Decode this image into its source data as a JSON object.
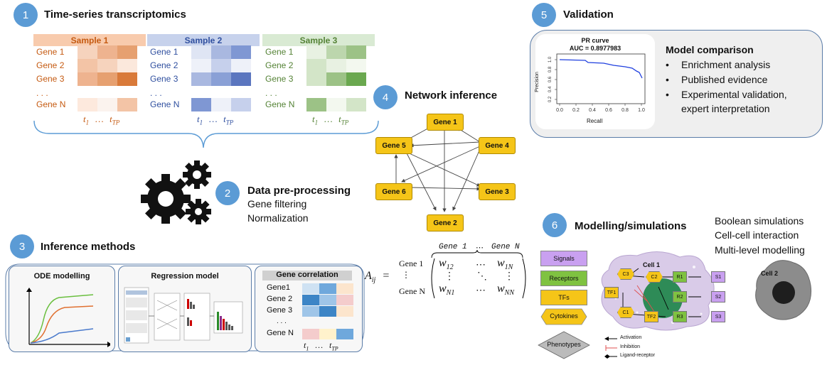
{
  "steps": {
    "s1": {
      "num": "1",
      "title": "Time-series transcriptomics"
    },
    "s2": {
      "num": "2",
      "title": "Data pre-processing",
      "lines": [
        "Gene filtering",
        "Normalization"
      ]
    },
    "s3": {
      "num": "3",
      "title": "Inference methods"
    },
    "s4": {
      "num": "4",
      "title": "Network inference"
    },
    "s5": {
      "num": "5",
      "title": "Validation"
    },
    "s6": {
      "num": "6",
      "title": "Modelling/simulations",
      "lines": [
        "Boolean simulations",
        "Cell-cell interaction",
        "Multi-level modelling"
      ]
    }
  },
  "samples": [
    {
      "title": "Sample 1",
      "text_color": "#c55a11",
      "header_bg": "#f8cbad"
    },
    {
      "title": "Sample 2",
      "text_color": "#2f4f9f",
      "header_bg": "#c7d2ec"
    },
    {
      "title": "Sample 3",
      "text_color": "#548235",
      "header_bg": "#d9ead3"
    }
  ],
  "gene_labels": [
    "Gene 1",
    "Gene 2",
    "Gene 3",
    "Gene N"
  ],
  "ellipsis": ". . .",
  "time_labels": {
    "t1": "t",
    "sub1": "1",
    "dots": "…",
    "tTP": "t",
    "subTP": "TP"
  },
  "inference": {
    "ode": "ODE modelling",
    "regression": "Regression model",
    "correlation": {
      "title": "Gene correlation",
      "genes": [
        "Gene1",
        "Gene 2",
        "Gene 3",
        "Gene N"
      ]
    }
  },
  "network": {
    "nodes": [
      "Gene 1",
      "Gene 4",
      "Gene 3",
      "Gene 2",
      "Gene 6",
      "Gene 5"
    ]
  },
  "matrix": {
    "lhs": "A",
    "lhs_sub": "ij",
    "eq": "=",
    "col_left": "Gene 1",
    "col_dots": "⋯",
    "col_right": "Gene N",
    "row_top": "Gene 1",
    "row_mid": "⋮",
    "row_bottom": "Gene N",
    "w12": "w",
    "w12_sub": "12",
    "w1N": "w",
    "w1N_sub": "1N",
    "wN1": "w",
    "wN1_sub": "N1",
    "wNN": "w",
    "wNN_sub": "NN",
    "hdots": "⋯",
    "vdots": "⋮",
    "ddots": "⋱"
  },
  "validation": {
    "pr_title": "PR curve",
    "auc": "AUC = 0.8977983",
    "xlabel": "Recall",
    "ylabel": "Precision",
    "xticks": [
      "0.0",
      "0.2",
      "0.4",
      "0.6",
      "0.8",
      "1.0"
    ],
    "yticks": [
      "0.2",
      "0.4",
      "0.6",
      "0.8",
      "1.0"
    ],
    "model_title": "Model comparison",
    "bullets": [
      "Enrichment analysis",
      "Published evidence",
      "Experimental validation,"
    ],
    "bullet_cont": "expert interpretation"
  },
  "modelling": {
    "legend": [
      {
        "label": "Signals",
        "color": "#c9a0f0"
      },
      {
        "label": "Receptors",
        "color": "#7fc241"
      },
      {
        "label": "TFs",
        "color": "#f5c518"
      },
      {
        "label": "Cytokines",
        "color": "#f5c518"
      },
      {
        "label": "Phenotypes",
        "color": "#bbbbbb"
      }
    ],
    "cell1": "Cell 1",
    "cell2": "Cell 2",
    "nodes": {
      "c3": "C3",
      "c2": "C2",
      "r1": "R1",
      "s1": "S1",
      "tf1": "TF1",
      "r2": "R2",
      "s2": "S2",
      "c1": "C1",
      "tf2": "TF2",
      "r3": "R3",
      "s3": "S3"
    },
    "edge_legend": [
      "Activation",
      "Inhibition",
      "Ligand-receptor"
    ]
  }
}
